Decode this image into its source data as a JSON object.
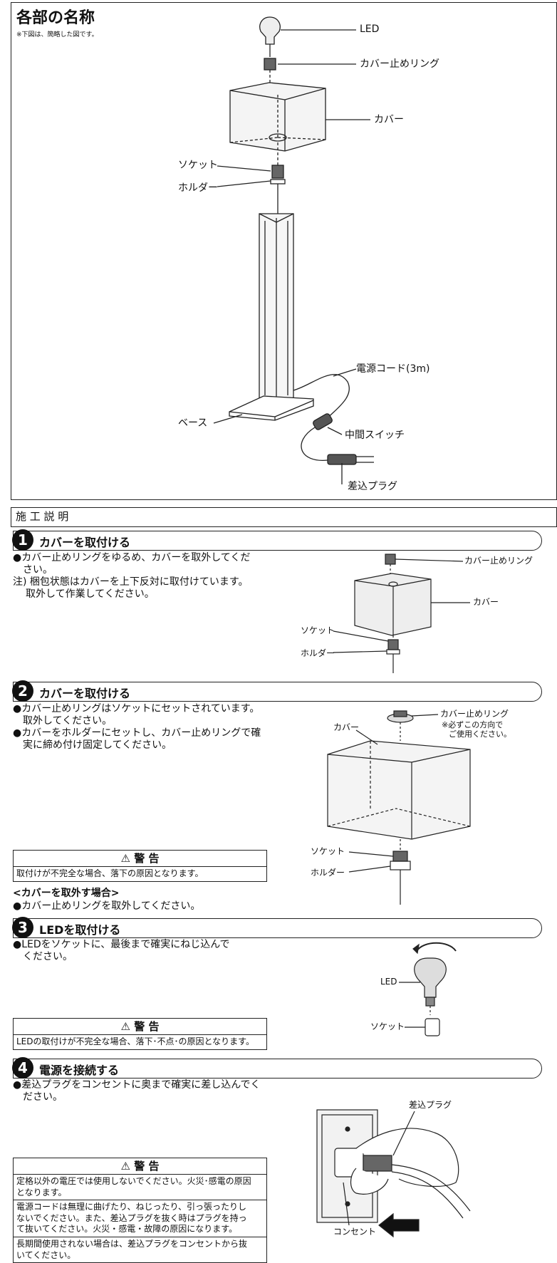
{
  "parts": {
    "title": "各部の名称",
    "note": "※下図は、簡略した図です。",
    "labels": {
      "led": "LED",
      "cover_ring": "カバー止めリング",
      "cover": "カバー",
      "socket": "ソケット",
      "holder": "ホルダー",
      "cord": "電源コード(3m)",
      "base": "ベース",
      "switch": "中間スイッチ",
      "plug": "差込プラグ"
    }
  },
  "instructions_title": "施 工 説 明",
  "step1": {
    "num": "1",
    "heading": "カバーを取付ける",
    "text1a": "●カバー止めリングをゆるめ、カバーを取外してくだ",
    "text1b": "さい。",
    "note_a": "注) 梱包状態はカバーを上下反対に取付けています。",
    "note_b": "取外して作業してください。",
    "labels": {
      "ring": "カバー止めリング",
      "cover": "カバー",
      "socket": "ソケット",
      "holder": "ホルダー"
    }
  },
  "step2": {
    "num": "2",
    "heading": "カバーを取付ける",
    "text1a": "●カバー止めリングはソケットにセットされています。",
    "text1b": "取外してください。",
    "text2a": "●カバーをホルダーにセットし、カバー止めリングで確",
    "text2b": "実に締め付け固定してください。",
    "labels": {
      "cover": "カバー",
      "ring": "カバー止めリング",
      "ring_note_a": "※必ずこの方向で",
      "ring_note_b": "ご使用ください。",
      "socket": "ソケット",
      "holder": "ホルダー"
    },
    "warning": {
      "title": "⚠ 警 告",
      "body": "取付けが不完全な場合、落下の原因となります。"
    },
    "remove_heading": "<カバーを取外す場合>",
    "remove_text": "●カバー止めリングを取外してください。"
  },
  "step3": {
    "num": "3",
    "heading": "LEDを取付ける",
    "text1a": "●LEDをソケットに、最後まで確実にねじ込んで",
    "text1b": "ください。",
    "labels": {
      "led": "LED",
      "socket": "ソケット"
    },
    "warning": {
      "title": "⚠ 警 告",
      "body": "LEDの取付けが不完全な場合、落下･不点･の原因となります。"
    }
  },
  "step4": {
    "num": "4",
    "heading": "電源を接続する",
    "text1a": "●差込プラグをコンセントに奥まで確実に差し込んでく",
    "text1b": "ださい。",
    "labels": {
      "plug": "差込プラグ",
      "outlet": "コンセント"
    },
    "warning": {
      "title": "⚠ 警 告",
      "p1a": "定格以外の電圧では使用しないでください。火災･感電の原因",
      "p1b": "となります。",
      "p2a": "電源コードは無理に曲げたり、ねじったり、引っ張ったりし",
      "p2b": "ないでください。また、差込プラグを抜く時はプラグを持っ",
      "p2c": "て抜いてください。火災・感電・故障の原因になります。",
      "p3a": "長期間使用されない場合は、差込プラグをコンセントから抜",
      "p3b": "いてください。"
    }
  }
}
